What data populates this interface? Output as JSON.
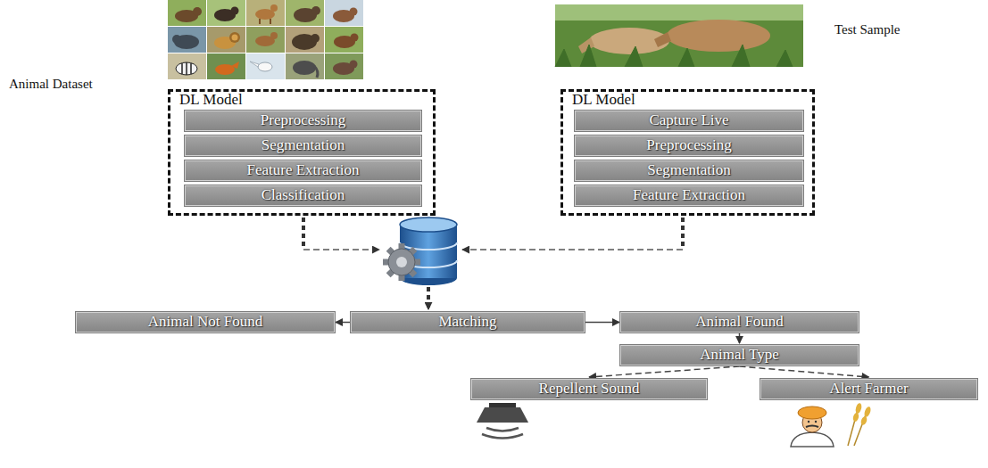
{
  "diagram": {
    "nodes": [
      {
        "text": [
          "DL Model"
        ]
      },
      {
        "text": [
          "Preprocessing"
        ],
        "in": 0
      },
      {
        "text": [
          "Segmentation"
        ],
        "in": 0
      },
      {
        "text": [
          "Feature Extraction"
        ],
        "in": 0
      },
      {
        "text": [
          "Classification"
        ],
        "in": 0
      },
      {
        "text": [
          "DL Model"
        ]
      },
      {
        "text": [
          "Capture Live"
        ],
        "in": 5
      },
      {
        "text": [
          "Preprocessing"
        ],
        "in": 5
      },
      {
        "text": [
          "Segmentation"
        ],
        "in": 5
      },
      {
        "text": [
          "Feature Extraction"
        ],
        "in": 5
      },
      {
        "text": [
          "Animal Not Found"
        ]
      },
      {
        "text": [
          "Matching"
        ]
      },
      {
        "text": [
          "Animal Found"
        ]
      },
      {
        "text": [
          "Animal Type"
        ]
      },
      {
        "text": [
          "Repellent Sound"
        ]
      },
      {
        "text": [
          "Alert Farmer"
        ]
      }
    ],
    "edges": [
      {
        "from": 11,
        "to": 10,
        "arrow": "to"
      },
      {
        "from": 11,
        "to": 12,
        "arrow": "to"
      },
      {
        "from": 12,
        "to": 13,
        "arrow": "to"
      },
      {
        "from": 13,
        "to": 14,
        "arrow": "to"
      },
      {
        "from": 13,
        "to": 15,
        "arrow": "to"
      }
    ],
    "labels": [
      "Animal Dataset",
      "Test Sample",
      "Repellent",
      "Farmer"
    ]
  }
}
